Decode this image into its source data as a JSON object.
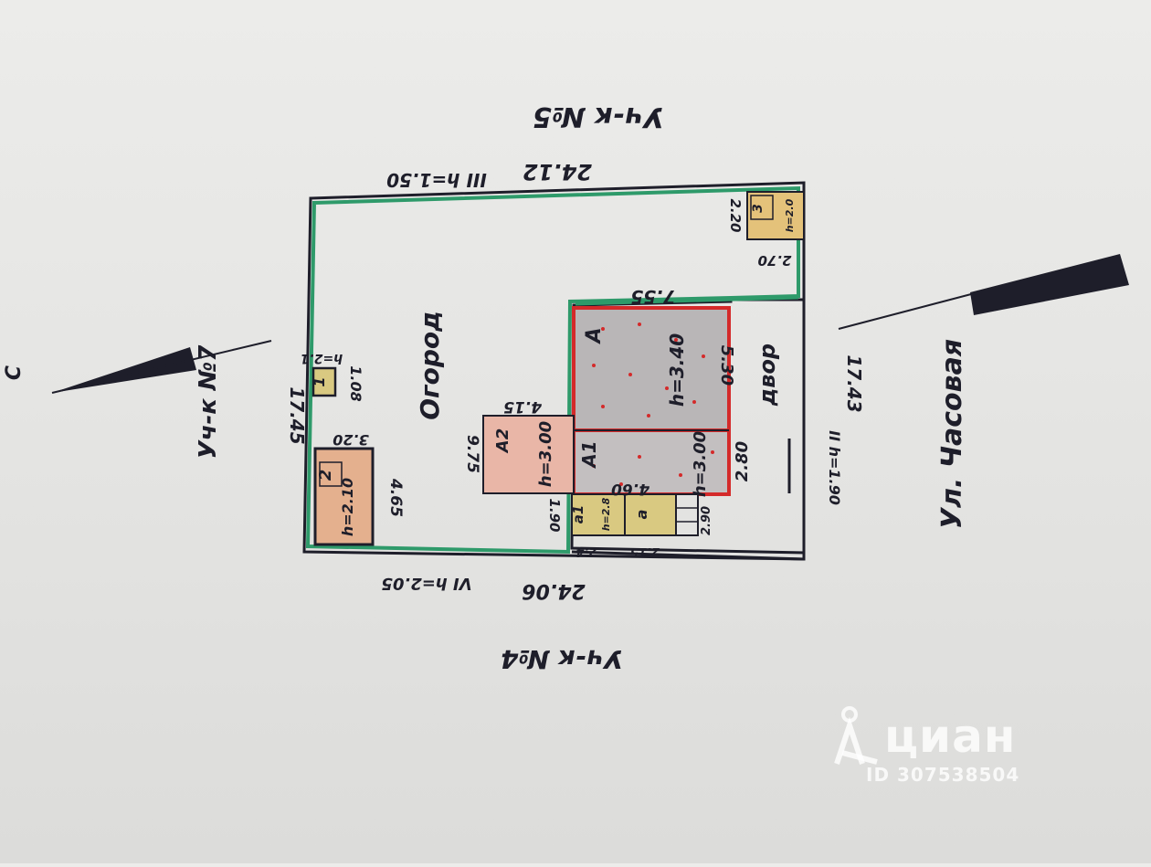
{
  "plan": {
    "neighbor_top": "Уч-к №5",
    "neighbor_left": "Уч-к №7",
    "neighbor_bottom": "Уч-к №4",
    "street": "Ул. Часовая",
    "north_letter": "С",
    "yard_garden": "Огород",
    "yard_court": "двор",
    "dim_top": "24.12",
    "dim_top_marker": "III h=1.50",
    "dim_bottom": "24.06",
    "dim_bottom_marker": "VI h=2.05",
    "dim_left": "17.45",
    "dim_right": "17.43",
    "dim_right_marker": "II h=1.90",
    "dim_notch_top": "7.55",
    "dim_notch_side": "2.80",
    "building_A": {
      "label": "А",
      "height": "h=3.40",
      "side": "5.30"
    },
    "building_A1": {
      "label": "А1",
      "height": "h=3.00",
      "side": "4.60"
    },
    "building_A2": {
      "label": "А2",
      "height": "h=3.00",
      "width": "4.15",
      "length": "9.75"
    },
    "building_a": {
      "label": "а",
      "small_dim": "2.90"
    },
    "building_a1": {
      "label": "а1",
      "height": "h=2.8"
    },
    "dim_porch": "1.90",
    "bottom_small_dims": "2.15",
    "bottom_small_dim_left": "2.4",
    "shed_2": {
      "label": "2",
      "height": "h=2.10",
      "width": "3.20",
      "length": "4.65"
    },
    "shed_1": {
      "label": "1",
      "height": "h=2.1",
      "size": "1.08"
    },
    "shed_3": {
      "label": "3",
      "height": "h=2.0",
      "width": "2.20",
      "length": "2.70"
    }
  },
  "watermark": {
    "brand": "циан",
    "id": "ID 307538504"
  },
  "colors": {
    "boundary": "#2e9a6a",
    "ink": "#1e1e2a",
    "building_outline": "#d42a2a",
    "building_fill": "#b9b6b7",
    "annex_fill": "#e9b6a7",
    "shed_fill": "#e4b08e",
    "small_fill": "#d9c981"
  }
}
